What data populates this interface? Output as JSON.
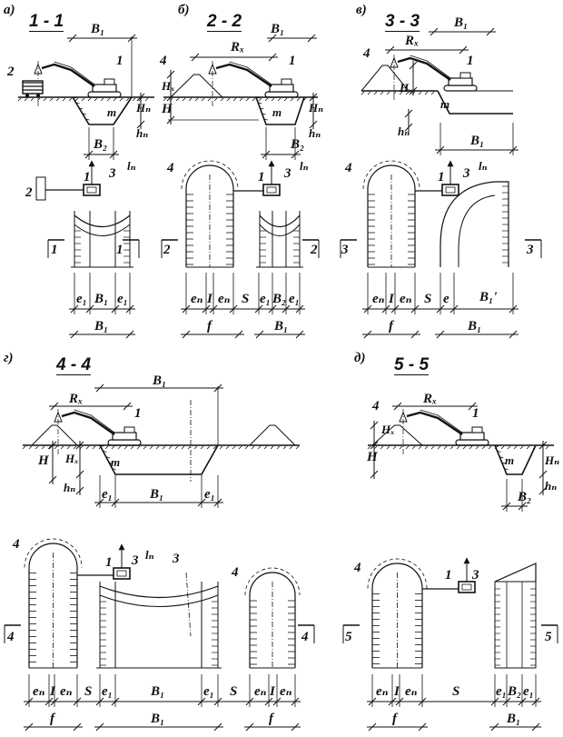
{
  "panels": {
    "a": {
      "letter": "а)",
      "title": "1 - 1",
      "section": [
        "B₁",
        "2",
        "1",
        "Hₙ",
        "hₙ",
        "B₂",
        "m"
      ],
      "plan": [
        "2",
        "1",
        "3",
        "lₙ",
        "1",
        "1"
      ],
      "dims": [
        "e₁",
        "B₁",
        "e₁",
        "B₁"
      ]
    },
    "b": {
      "letter": "б)",
      "title": "2 - 2",
      "section": [
        "B₁",
        "Rₓ",
        "4",
        "1",
        "Hₓ",
        "H",
        "Hₙ",
        "hₙ",
        "B₂",
        "m"
      ],
      "plan": [
        "4",
        "1",
        "3",
        "lₙ",
        "2",
        "2"
      ],
      "dims": [
        "eₙ",
        "I",
        "eₙ",
        "S",
        "e₁",
        "B₂",
        "e₁",
        "f",
        "B₁"
      ]
    },
    "c": {
      "letter": "в)",
      "title": "3 - 3",
      "section": [
        "B₁",
        "Rₓ",
        "4",
        "1",
        "Hₓ",
        "hₙ",
        "B₁",
        "m"
      ],
      "plan": [
        "4",
        "1",
        "3",
        "lₙ",
        "3",
        "3"
      ],
      "dims": [
        "eₙ",
        "I",
        "eₙ",
        "S",
        "e",
        "B₁'",
        "f",
        "B₁"
      ]
    },
    "d": {
      "letter": "г)",
      "title": "4 - 4",
      "section": [
        "B₁",
        "Rₓ",
        "1",
        "H",
        "Hₓ",
        "hₙ",
        "e₁",
        "B₁",
        "e₁",
        "m"
      ],
      "plan": [
        "4",
        "1",
        "3",
        "lₙ",
        "3",
        "4",
        "4",
        "4"
      ],
      "dims": [
        "eₙ",
        "I",
        "eₙ",
        "S",
        "e₁",
        "B₁",
        "e₁",
        "S",
        "eₙ",
        "I",
        "eₙ",
        "f",
        "B₁",
        "f"
      ]
    },
    "e": {
      "letter": "д)",
      "title": "5 - 5",
      "section": [
        "Rₓ",
        "4",
        "1",
        "Hₓ",
        "H",
        "Hₙ",
        "hₙ",
        "B₂",
        "m"
      ],
      "plan": [
        "4",
        "1",
        "3",
        "5",
        "5"
      ],
      "dims": [
        "eₙ",
        "I",
        "eₙ",
        "S",
        "e₁",
        "B₂",
        "e₁",
        "f",
        "B₁"
      ]
    }
  }
}
